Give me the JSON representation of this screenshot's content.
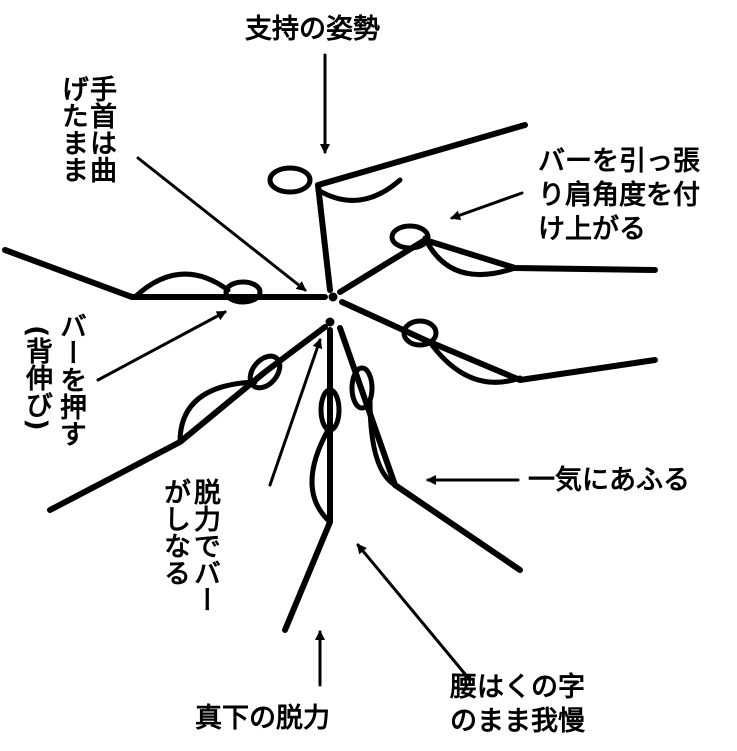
{
  "labels": {
    "support_posture": "支持の姿勢",
    "wrist_line1": "手首は曲",
    "wrist_line2": "げたまま",
    "pull_line1": "バーを引っ張",
    "pull_line2": "り肩角度を付",
    "pull_line3": "け上がる",
    "push_line1": "バーを押す",
    "push_line2": "(背伸び)",
    "relax_line1": "脱力でバー",
    "relax_line2": "がしなる",
    "swing": "一気にあふる",
    "drop": "真下の脱力",
    "hip_line1": "腰はくの字",
    "hip_line2": "のまま我慢"
  },
  "colors": {
    "ink": "#000000",
    "background": "#ffffff"
  }
}
